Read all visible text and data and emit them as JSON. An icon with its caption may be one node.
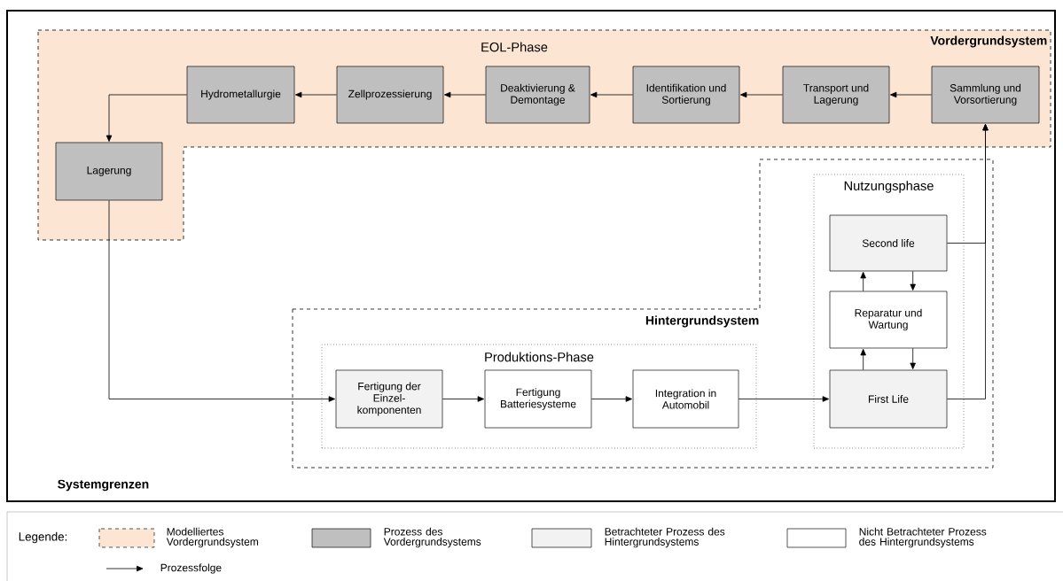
{
  "diagram": {
    "nodes": [
      {
        "text": [
          "Systemgrenzen"
        ]
      },
      {
        "text": [
          "EOL-Phase",
          "Vordergrundsystem"
        ],
        "in": 0
      },
      {
        "text": [
          "Sammlung und Vorsortierung"
        ],
        "in": 1
      },
      {
        "text": [
          "Transport und Lagerung"
        ],
        "in": 1
      },
      {
        "text": [
          "Identifikation und Sortierung"
        ],
        "in": 1
      },
      {
        "text": [
          "Deaktivierung & Demontage"
        ],
        "in": 1
      },
      {
        "text": [
          "Zellprozessierung"
        ],
        "in": 1
      },
      {
        "text": [
          "Hydrometallurgie"
        ],
        "in": 1
      },
      {
        "text": [
          "Lagerung"
        ],
        "in": 1
      },
      {
        "text": [
          "Hintergrundsystem"
        ],
        "in": 0
      },
      {
        "text": [
          "Produktions-Phase"
        ],
        "in": 9
      },
      {
        "text": [
          "Fertigung der Einzel-komponenten"
        ],
        "in": 10
      },
      {
        "text": [
          "Fertigung Batteriesysteme"
        ],
        "in": 10
      },
      {
        "text": [
          "Integration in Automobil"
        ],
        "in": 10
      },
      {
        "text": [
          "Nutzungsphase"
        ],
        "in": 9
      },
      {
        "text": [
          "Second life"
        ],
        "in": 14
      },
      {
        "text": [
          "Reparatur und Wartung"
        ],
        "in": 14
      },
      {
        "text": [
          "First Life"
        ],
        "in": 14
      }
    ],
    "edges": [
      {
        "from": 2,
        "to": 3,
        "arrow": "to"
      },
      {
        "from": 3,
        "to": 4,
        "arrow": "to"
      },
      {
        "from": 4,
        "to": 5,
        "arrow": "to"
      },
      {
        "from": 5,
        "to": 6,
        "arrow": "to"
      },
      {
        "from": 6,
        "to": 7,
        "arrow": "to"
      },
      {
        "from": 7,
        "to": 8,
        "arrow": "to"
      },
      {
        "from": 8,
        "to": 11,
        "arrow": "to"
      },
      {
        "from": 11,
        "to": 12,
        "arrow": "to"
      },
      {
        "from": 12,
        "to": 13,
        "arrow": "to"
      },
      {
        "from": 13,
        "to": 17,
        "arrow": "to"
      },
      {
        "from": 17,
        "to": 16,
        "arrow": "to"
      },
      {
        "from": 16,
        "to": 15,
        "arrow": "to"
      },
      {
        "from": 15,
        "to": 16,
        "arrow": "to"
      },
      {
        "from": 16,
        "to": 17,
        "arrow": "to"
      },
      {
        "from": 15,
        "to": 2,
        "arrow": "to"
      },
      {
        "from": 17,
        "to": 2,
        "arrow": "to"
      }
    ],
    "labels": [
      "Legende:"
    ],
    "legend": [
      {
        "text": "Modelliertes Vordergrundsystem",
        "color": "#fde5d3"
      },
      {
        "text": "Prozess des Vordergrundsystems",
        "color": "#bfbfbf"
      },
      {
        "text": "Betrachteter Prozess des Hintergrundsystems",
        "color": "#f2f2f2"
      },
      {
        "text": "Nicht Betrachteter Prozess des Hintergrundsystems"
      },
      {
        "text": "Prozessfolge"
      }
    ]
  }
}
